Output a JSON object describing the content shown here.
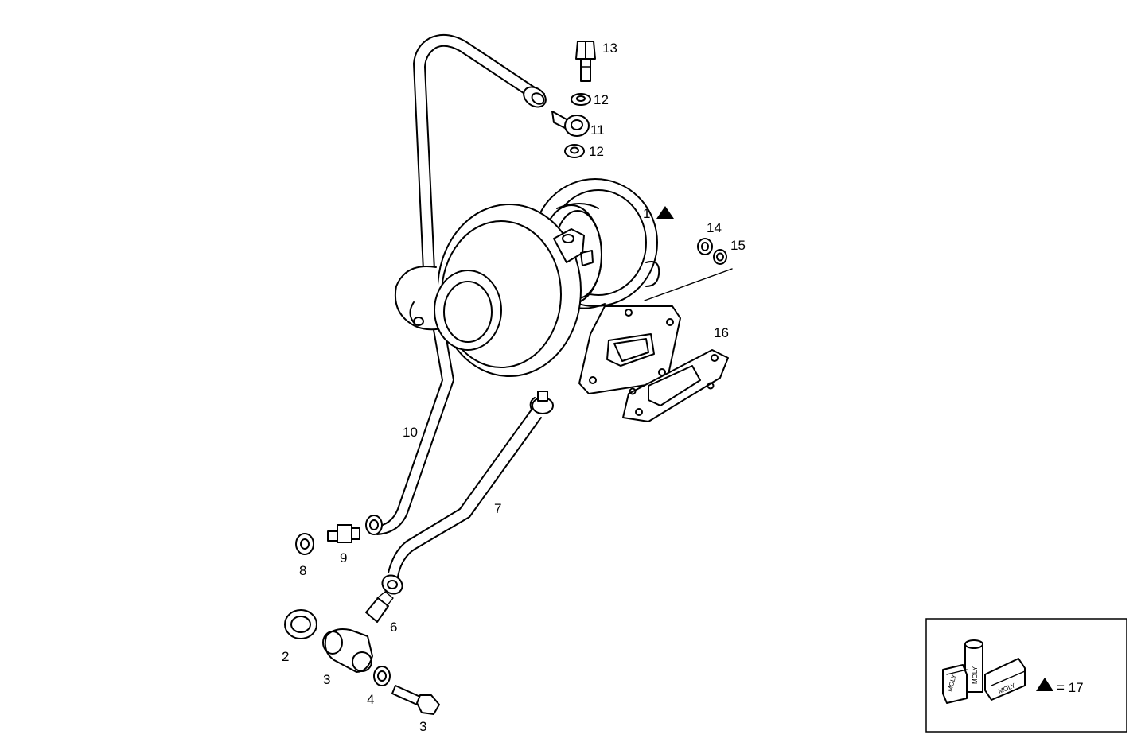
{
  "callouts": {
    "c1": "1",
    "c2": "2",
    "c3a": "3",
    "c3b": "3",
    "c4": "4",
    "c6": "6",
    "c7": "7",
    "c8": "8",
    "c9": "9",
    "c10": "10",
    "c11": "11",
    "c12a": "12",
    "c12b": "12",
    "c13": "13",
    "c14": "14",
    "c15": "15",
    "c16": "16"
  },
  "legend": {
    "equals_text": "= 17",
    "box_labels": [
      "MOLY",
      "MOLY",
      "MOLY"
    ]
  },
  "colors": {
    "line": "#000000",
    "background": "#ffffff"
  },
  "icons": {
    "marker": "filled-triangle-icon"
  }
}
